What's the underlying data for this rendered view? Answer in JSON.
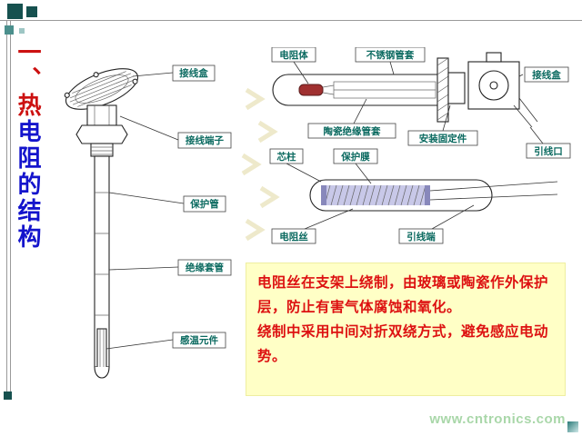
{
  "slide": {
    "title": {
      "red_part": "一、热",
      "blue_part": "电阻的结构"
    },
    "probe_diagram": {
      "labels": [
        {
          "text": "接线盒"
        },
        {
          "text": "接线端子"
        },
        {
          "text": "保护管"
        },
        {
          "text": "绝缘套管"
        },
        {
          "text": "感温元件"
        }
      ]
    },
    "rtd_diagram": {
      "labels": [
        {
          "text": "电阻体"
        },
        {
          "text": "不锈钢管套"
        },
        {
          "text": "接线盒"
        },
        {
          "text": "陶瓷绝缘管套"
        },
        {
          "text": "安装固定件"
        },
        {
          "text": "引线口"
        },
        {
          "text": "芯柱"
        },
        {
          "text": "保护膜"
        },
        {
          "text": "电阻丝"
        },
        {
          "text": "引线端"
        }
      ]
    },
    "caption": {
      "paragraph1": "电阻丝在支架上绕制，由玻璃或陶瓷作外保护层，防止有害气体腐蚀和氧化。",
      "paragraph2": "绕制中采用中间对折双绕方式，避免感应电动势。"
    },
    "watermark": "www.cntronics.com",
    "colors": {
      "title_red": "#cc1111",
      "title_blue": "#1414cc",
      "label_green": "#0b6a60",
      "caption_text": "#dd1111",
      "caption_bg": "#ffffc6",
      "watermark": "#a9d7a9",
      "corner_teal": "#16514f"
    }
  }
}
